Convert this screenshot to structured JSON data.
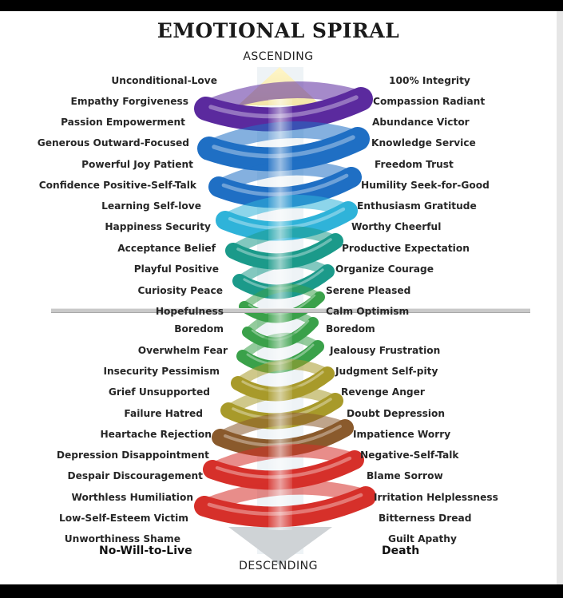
{
  "title": "EMOTIONAL SPIRAL",
  "ascending_label": "ASCENDING",
  "descending_label": "DESCENDING",
  "bottom_left_label": "No-Will-to-Live",
  "bottom_right_label": "Death",
  "left_column": [
    "Unconditional-Love",
    "Empathy   Forgiveness",
    "Passion     Empowerment",
    "Generous  Outward-Focused",
    "Powerful    Joy       Patient",
    "Confidence  Positive-Self-Talk",
    "Learning     Self-love",
    "Happiness   Security",
    "Acceptance   Belief",
    "Playful  Positive",
    "Curiosity  Peace",
    "Hopefulness",
    "Boredom",
    "Overwhelm   Fear",
    "Insecurity  Pessimism",
    "Grief  Unsupported",
    "Failure  Hatred",
    "Heartache Rejection",
    "Depression Disappointment",
    "Despair  Discouragement",
    "Worthless  Humiliation",
    "Low-Self-Esteem  Victim",
    "Unworthiness  Shame"
  ],
  "right_column": [
    "100% Integrity",
    "Compassion    Radiant",
    "Abundance   Victor",
    "Knowledge    Service",
    "Freedom       Trust",
    "Humility   Seek-for-Good",
    "Enthusiasm     Gratitude",
    "Worthy   Cheerful",
    "Productive Expectation",
    "Organize Courage",
    "Serene   Pleased",
    "Calm  Optimism",
    "Boredom",
    "Jealousy   Frustration",
    "Judgment  Self-pity",
    "Revenge    Anger",
    "Doubt     Depression",
    "Impatience    Worry",
    "Negative-Self-Talk",
    "Blame    Sorrow",
    "Irritation   Helplessness",
    "Bitterness   Dread",
    "Guilt     Apathy"
  ],
  "colors": {
    "purple": "#5b2a9e",
    "blue": "#1f6fc4",
    "cyan": "#2fb3d9",
    "teal": "#1b9a8a",
    "green": "#3aa14a",
    "olive": "#a89a2a",
    "brown": "#8a5a2c",
    "red": "#d6302a"
  }
}
